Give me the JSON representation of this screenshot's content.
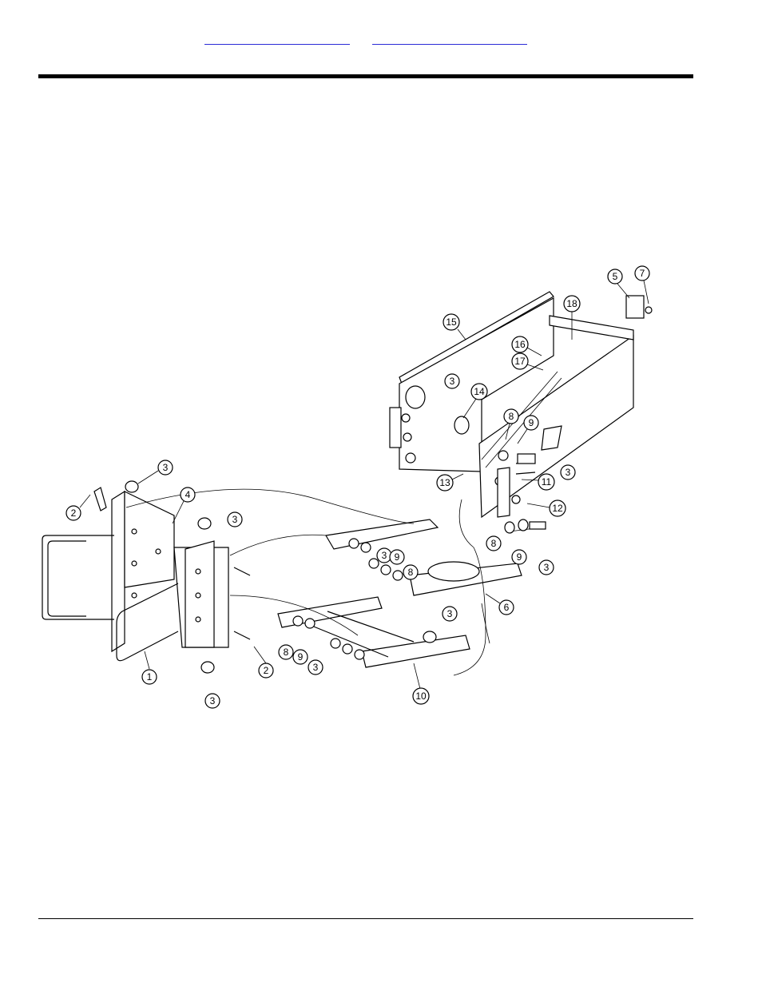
{
  "header": {
    "link_1": "",
    "link_2": ""
  },
  "diagram": {
    "callouts": [
      {
        "id": "c1",
        "label": "1"
      },
      {
        "id": "c2a",
        "label": "2"
      },
      {
        "id": "c2b",
        "label": "2"
      },
      {
        "id": "c3",
        "label": "3"
      },
      {
        "id": "c4",
        "label": "4"
      },
      {
        "id": "c5",
        "label": "5"
      },
      {
        "id": "c6",
        "label": "6"
      },
      {
        "id": "c7",
        "label": "7"
      },
      {
        "id": "c8",
        "label": "8"
      },
      {
        "id": "c9",
        "label": "9"
      },
      {
        "id": "c10",
        "label": "10"
      },
      {
        "id": "c11",
        "label": "11"
      },
      {
        "id": "c12",
        "label": "12"
      },
      {
        "id": "c13",
        "label": "13"
      },
      {
        "id": "c14",
        "label": "14"
      },
      {
        "id": "c15",
        "label": "15"
      },
      {
        "id": "c16",
        "label": "16"
      },
      {
        "id": "c17",
        "label": "17"
      },
      {
        "id": "c18",
        "label": "18"
      }
    ]
  }
}
